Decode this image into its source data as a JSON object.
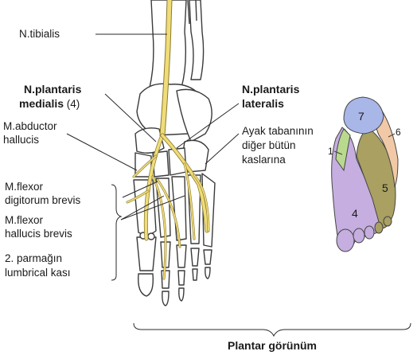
{
  "labels": {
    "tibialis": "N.tibialis",
    "plantaris_medialis_line1": "N.plantaris",
    "plantaris_medialis_line2": "medialis",
    "plantaris_medialis_number": "(4)",
    "abductor_line1": "M.abductor",
    "abductor_line2": "hallucis",
    "plantaris_lateralis_line1": "N.plantaris",
    "plantaris_lateralis_line2": "lateralis",
    "other_muscles_line1": "Ayak tabanının",
    "other_muscles_line2": "diğer bütün",
    "other_muscles_line3": "kaslarına",
    "flexor_digitorum_line1": "M.flexor",
    "flexor_digitorum_line2": "digitorum brevis",
    "flexor_hallucis_line1": "M.flexor",
    "flexor_hallucis_line2": "hallucis brevis",
    "lumbrical_line1": "2. parmağın",
    "lumbrical_line2": "lumbrical kası",
    "caption": "Plantar görünüm"
  },
  "sole_map": {
    "region_numbers": {
      "r7": "7",
      "r6": "6",
      "r1": "1",
      "r5": "5",
      "r4": "4"
    },
    "colors": {
      "r7": "#a9b6e8",
      "r6": "#f2c9a6",
      "r1": "#b9d98e",
      "r5": "#a9a062",
      "r4": "#c6aee0"
    }
  },
  "colors": {
    "nerve": "#f0dc78",
    "bone_outline": "#3a3a3a",
    "leader": "#2a2a2a"
  }
}
